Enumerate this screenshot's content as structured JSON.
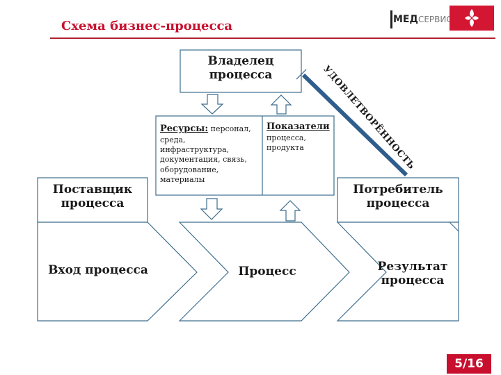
{
  "header": {
    "title": "Схема бизнес-процесса",
    "logo_text_a": "МЕД",
    "logo_text_b": "СЕРВИС",
    "accent_color": "#c8102e"
  },
  "diagram": {
    "owner": {
      "line1": "Владелец",
      "line2": "процесса"
    },
    "resources": {
      "head": "Ресурсы:",
      "tail": " персонал,",
      "lines": [
        "среда,",
        "инфраструктура,",
        "документация, связь,",
        "оборудование,",
        "материалы"
      ]
    },
    "indicators": {
      "head": "Показатели",
      "lines": [
        "процесса,",
        "продукта"
      ]
    },
    "supplier": {
      "line1": "Поставщик",
      "line2": "процесса"
    },
    "consumer": {
      "line1": "Потребитель",
      "line2": "процесса"
    },
    "input": {
      "label": "Вход процесса"
    },
    "process": {
      "label": "Процесс"
    },
    "result": {
      "line1": "Результат",
      "line2": "процесса"
    },
    "satisfaction_label": "УДОВЛЕТВОРЁННОСТЬ",
    "colors": {
      "box_border": "#3d6e8e",
      "satisfaction_line": "#2f5d8c",
      "arrow_fill": "#ffffff",
      "arrow_stroke": "#3d6e8e"
    }
  },
  "footer": {
    "page": "5/16"
  }
}
